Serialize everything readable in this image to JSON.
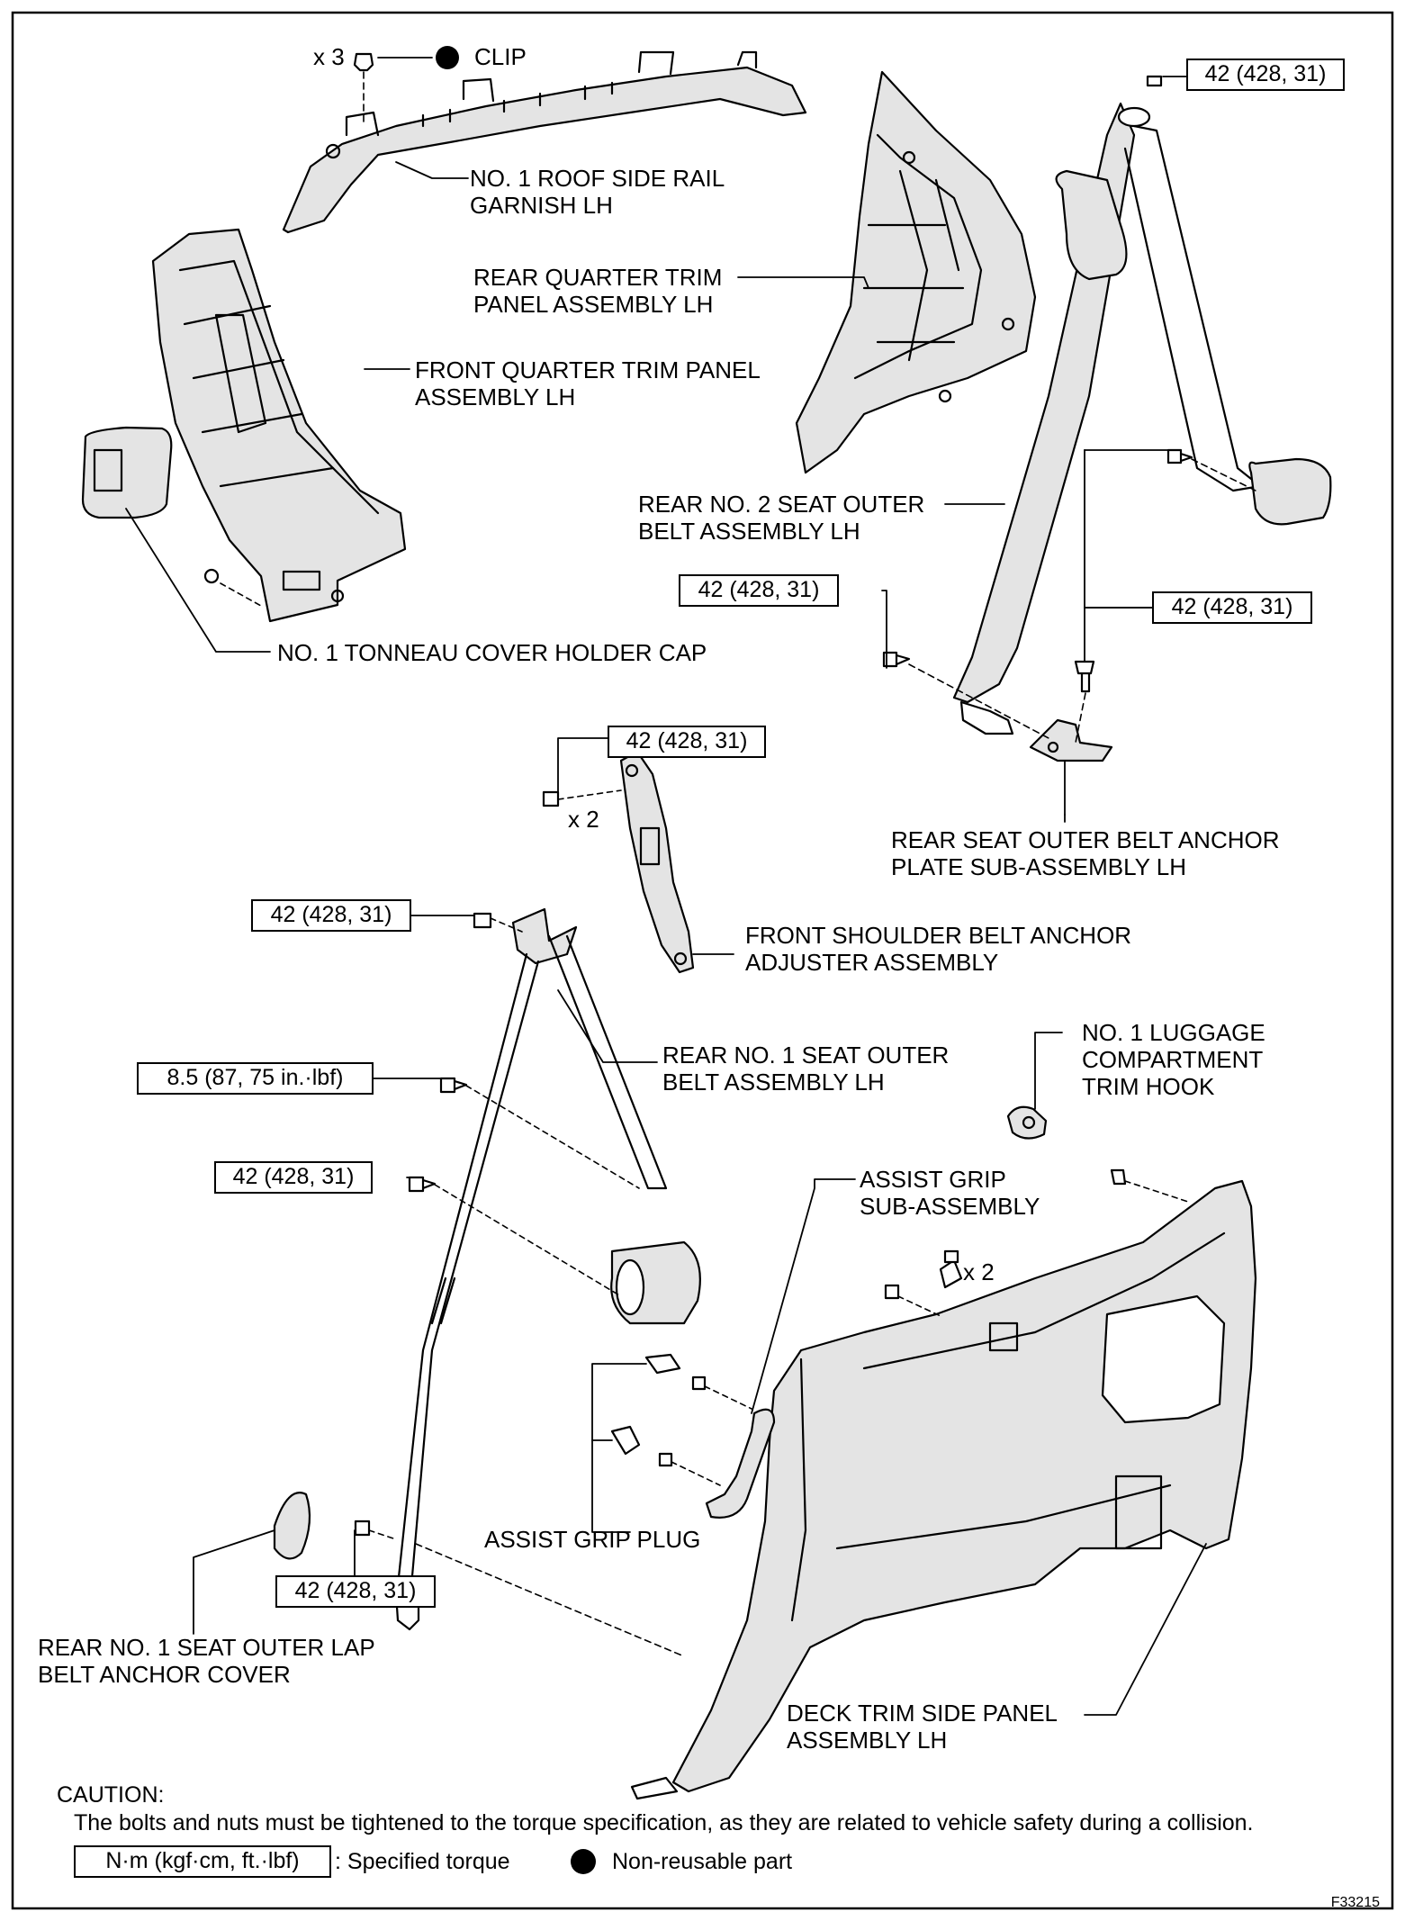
{
  "clip": {
    "count": "x 3",
    "label": "CLIP"
  },
  "parts": {
    "roof_rail": [
      "NO. 1 ROOF SIDE RAIL",
      "GARNISH LH"
    ],
    "rear_quarter": [
      "REAR QUARTER TRIM",
      "PANEL ASSEMBLY LH"
    ],
    "front_quarter": [
      "FRONT QUARTER TRIM PANEL",
      "ASSEMBLY LH"
    ],
    "tonneau": [
      "NO. 1 TONNEAU COVER HOLDER CAP"
    ],
    "rear2_belt": [
      "REAR NO. 2 SEAT OUTER",
      "BELT ASSEMBLY LH"
    ],
    "anchor_plate": [
      "REAR SEAT OUTER BELT ANCHOR",
      "PLATE SUB-ASSEMBLY LH"
    ],
    "shoulder_adj": [
      "FRONT SHOULDER BELT ANCHOR",
      "ADJUSTER ASSEMBLY"
    ],
    "rear1_belt": [
      "REAR NO. 1 SEAT OUTER",
      "BELT ASSEMBLY LH"
    ],
    "luggage_hook": [
      "NO. 1 LUGGAGE",
      "COMPARTMENT",
      "TRIM HOOK"
    ],
    "assist_grip": [
      "ASSIST GRIP",
      "SUB-ASSEMBLY"
    ],
    "assist_plug": [
      "ASSIST GRIP PLUG"
    ],
    "lap_cover": [
      "REAR NO. 1 SEAT OUTER LAP",
      "BELT ANCHOR COVER"
    ],
    "deck_panel": [
      "DECK TRIM SIDE PANEL",
      "ASSEMBLY LH"
    ]
  },
  "torques": {
    "t1": "42 (428, 31)",
    "t2": "42 (428, 31)",
    "t3": "42 (428, 31)",
    "t4": "42 (428, 31)",
    "t5": "42 (428, 31)",
    "t6": "8.5 (87, 75 in.·lbf)",
    "t7": "42 (428, 31)",
    "t8": "42 (428, 31)"
  },
  "multipliers": {
    "adj_x2": "x 2",
    "deck_x2": "x 2"
  },
  "caution": {
    "title": "CAUTION:",
    "text": "The bolts and nuts must be tightened to the torque specification, as they are related to vehicle safety during a collision."
  },
  "legend": {
    "torque_box": "N·m (kgf·cm, ft.·lbf)",
    "torque_desc": ": Specified torque",
    "nonreusable": "Non-reusable part"
  },
  "figure_id": "F33215"
}
